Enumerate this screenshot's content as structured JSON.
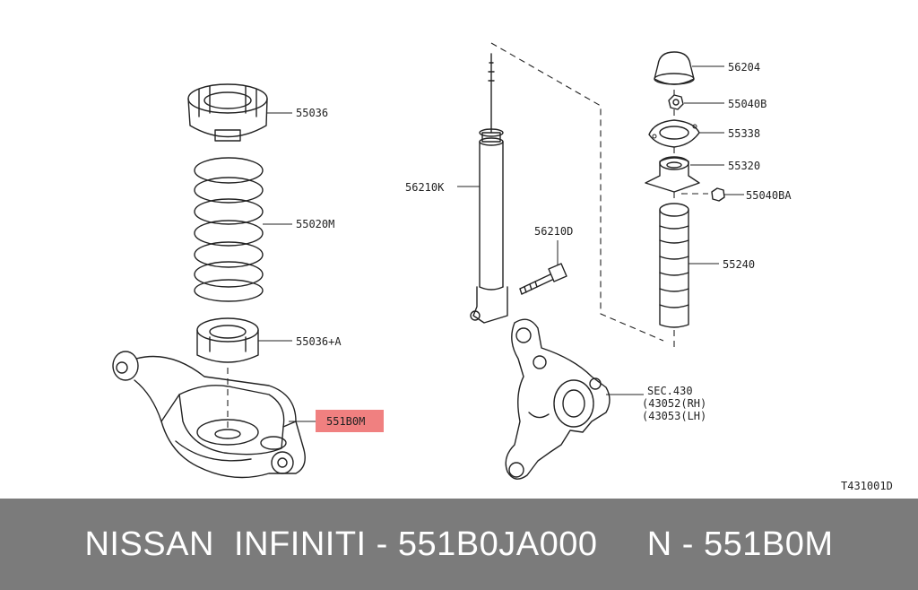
{
  "diagram": {
    "labels": {
      "p55036": "55036",
      "p55020m": "55020M",
      "p55036a": "55036+A",
      "p551b0m": "551B0M",
      "p56210k": "56210K",
      "p56210d": "56210D",
      "p56204": "56204",
      "p55040b": "55040B",
      "p55338": "55338",
      "p55320": "55320",
      "p55040ba": "55040BA",
      "p55240": "55240",
      "sec430": "SEC.430",
      "rh": "(43052(RH)",
      "lh": "(43053(LH)"
    },
    "drawing_code": "T431001D",
    "highlight_color": "#f08080"
  },
  "caption": {
    "text": "NISSAN  INFINITI - 551B0JA000     N - 551B0M"
  },
  "colors": {
    "caption_bar": "#7b7b7b",
    "caption_text": "#ffffff"
  }
}
